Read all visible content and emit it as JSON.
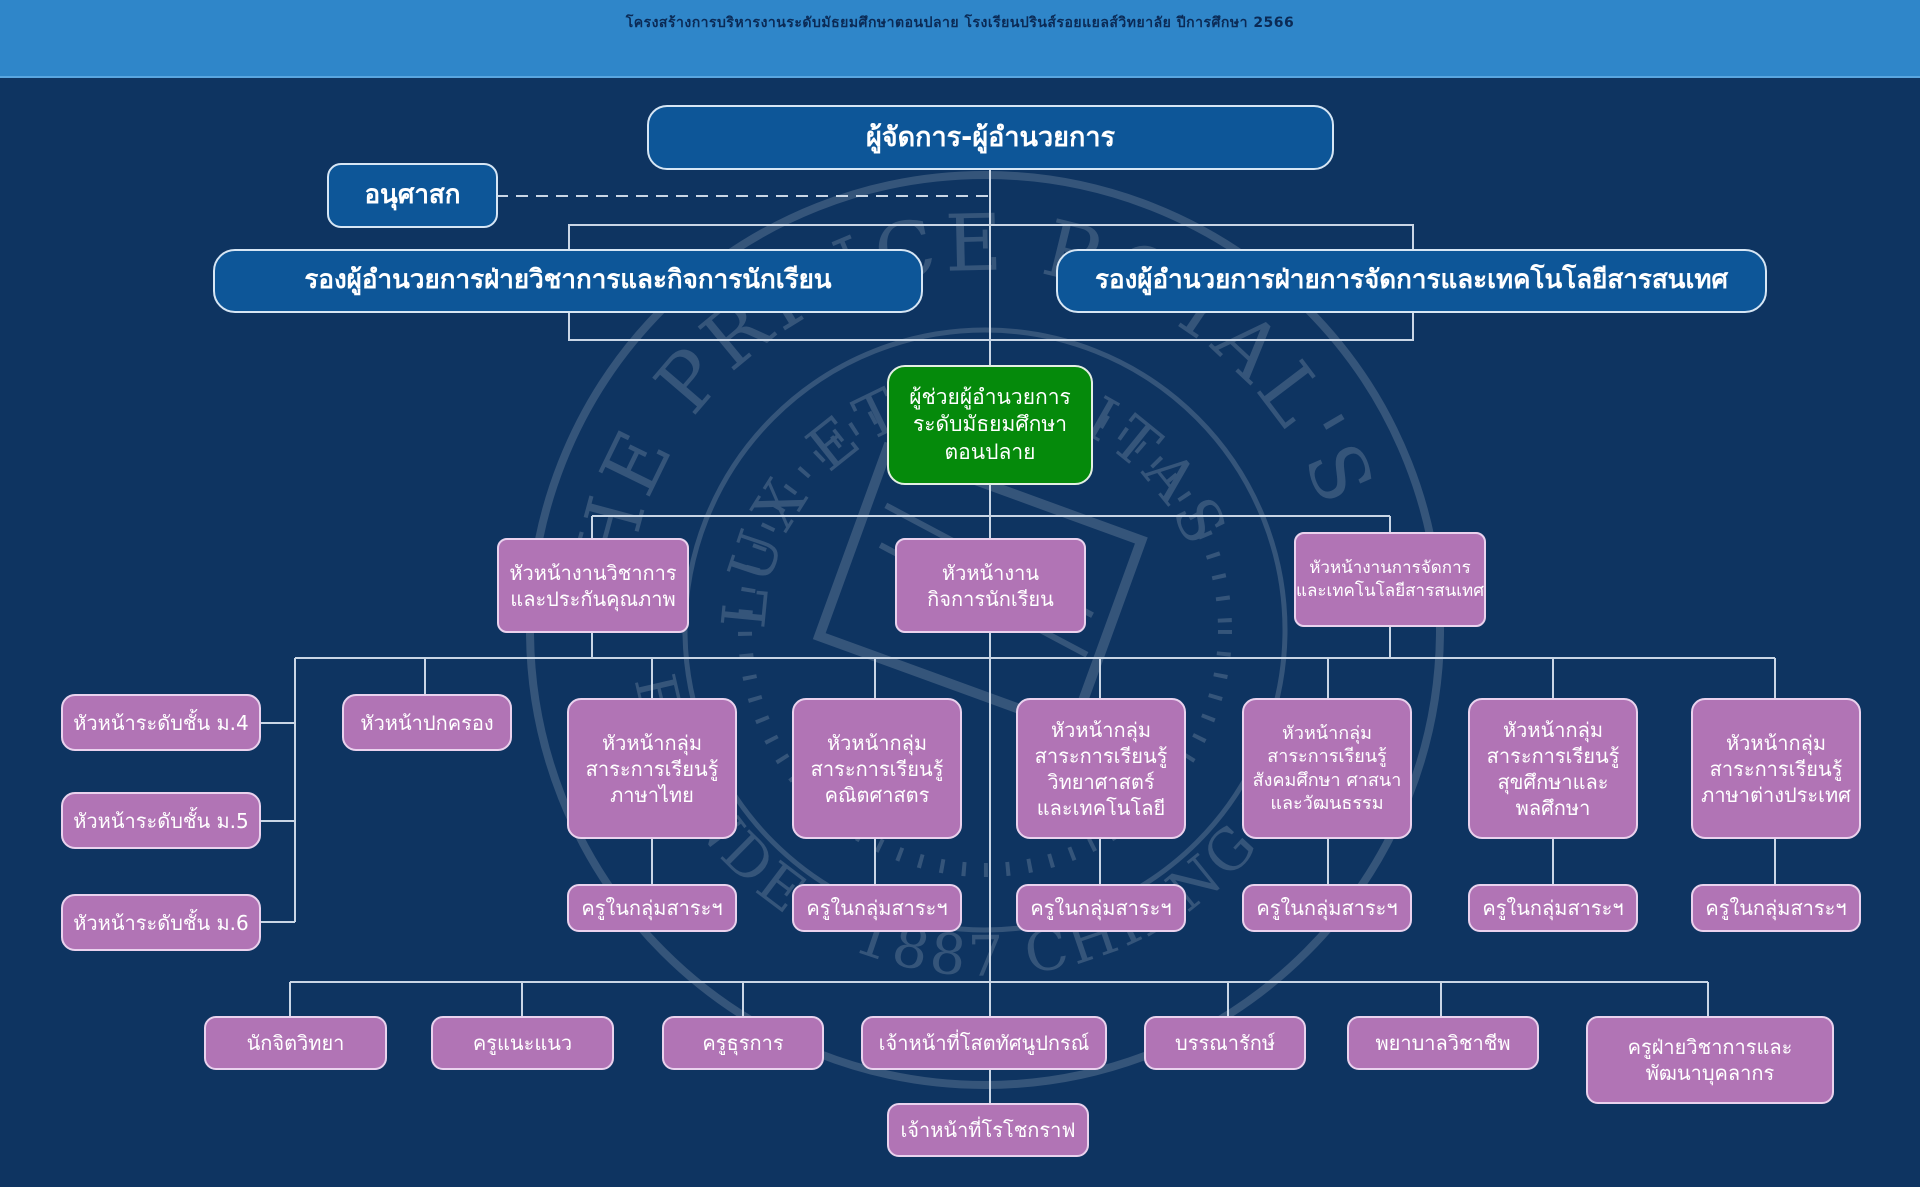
{
  "title": "โครงสร้างการบริหารงานระดับมัธยมศึกษาตอนปลาย โรงเรียนปรินส์รอยแยลส์วิทยาลัย ปีการศึกษา 2566",
  "seal": {
    "outer_text": "THE PRINCE ROYAL'S COLLEGE",
    "motto": "LUX ET VERITAS",
    "bottom_text": "FOUNDED 1887 CHIANG MAI 1906"
  },
  "boxes": {
    "director": "ผู้จัดการ-ผู้อำนวยการ",
    "council": "อนุศาสก",
    "deputy_academic": "รองผู้อำนวยการฝ่ายวิชาการและกิจการนักเรียน",
    "deputy_management": "รองผู้อำนวยการฝ่ายการจัดการและเทคโนโลยีสารสนเทศ",
    "assistant_director": "ผู้ช่วยผู้อำนวยการ\nระดับมัธยมศึกษา\nตอนปลาย",
    "head_academic": "หัวหน้างานวิชาการ\nและประกันคุณภาพ",
    "head_student_affairs": "หัวหน้างาน\nกิจการนักเรียน",
    "head_management": "หัวหน้างานการจัดการ\nและเทคโนโลยีสารสนเทศ",
    "head_m4": "หัวหน้าระดับชั้น ม.4",
    "head_m5": "หัวหน้าระดับชั้น ม.5",
    "head_m6": "หัวหน้าระดับชั้น ม.6",
    "head_discipline": "หัวหน้าปกครอง",
    "dept_thai": "หัวหน้ากลุ่ม\nสาระการเรียนรู้\nภาษาไทย",
    "dept_math": "หัวหน้ากลุ่ม\nสาระการเรียนรู้\nคณิตศาสตร",
    "dept_science": "หัวหน้ากลุ่ม\nสาระการเรียนรู้\nวิทยาศาสตร์\nและเทคโนโลยี",
    "dept_social": "หัวหน้ากลุ่ม\nสาระการเรียนรู้\nสังคมศึกษา ศาสนา\nและวัฒนธรรม",
    "dept_health": "หัวหน้ากลุ่ม\nสาระการเรียนรู้\nสุขศึกษาและ\nพลศึกษา",
    "dept_foreign": "หัวหน้ากลุ่ม\nสาระการเรียนรู้\nภาษาต่างประเทศ",
    "teachers_label": "ครูในกลุ่มสาระฯ",
    "psychologist": "นักจิตวิทยา",
    "counselor": "ครูแนะแนว",
    "admin_teacher": "ครูธุรการ",
    "av_officer": "เจ้าหน้าที่โสตทัศนูปกรณ์",
    "librarian": "บรรณารักษ์",
    "nurse": "พยาบาลวิชาชีพ",
    "academic_staff_teacher": "ครูฝ่ายวิชาการและ\nพัฒนาบุคลากร",
    "photocopy_officer": "เจ้าหน้าที่โรโชกราฟ"
  },
  "colors": {
    "background": "#0e3461",
    "title_bar": "#2f86c9",
    "title_text": "#0b2a55",
    "blue_box": "#0d5698",
    "green_box": "#058a0b",
    "pink_box": "#b174b5",
    "connector": "#c9d6e6"
  }
}
